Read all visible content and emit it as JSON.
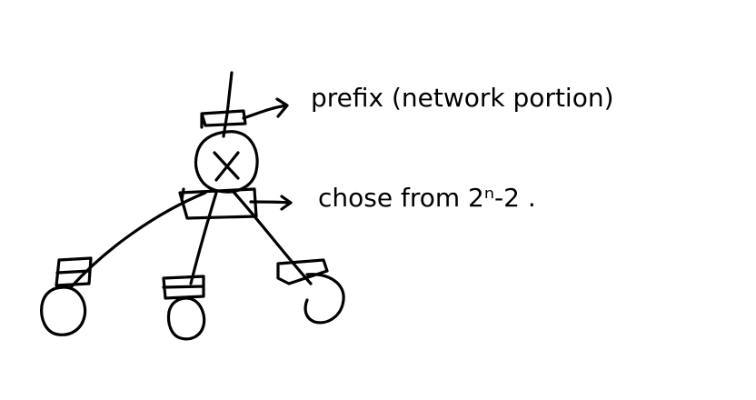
{
  "annotations": {
    "prefix": "prefix (network portion)",
    "choose": "chose from 2ⁿ-2 ."
  },
  "node_labels": {
    "root": "X"
  },
  "colors": {
    "ink": "#000000",
    "background": "#ffffff"
  }
}
